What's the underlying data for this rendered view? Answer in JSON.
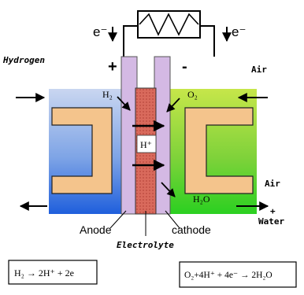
{
  "labels": {
    "electron_left": "e⁻",
    "electron_right": "e⁻",
    "plus": "+",
    "minus": "-",
    "hydrogen": "Hydrogen",
    "air_top": "Air",
    "air_bottom": "Air",
    "plus_water": "+",
    "water": "Water",
    "h2": "H₂",
    "o2": "O₂",
    "h_plus": "H⁺",
    "h2o": "H₂O",
    "anode": "Anode",
    "cathode": "cathode",
    "electrolyte": "Electrolyte"
  },
  "equations": {
    "anode": "H₂ → 2H⁺ + 2e",
    "cathode": "O₂+4H⁺ + 4e⁻ → 2H₂O"
  }
}
